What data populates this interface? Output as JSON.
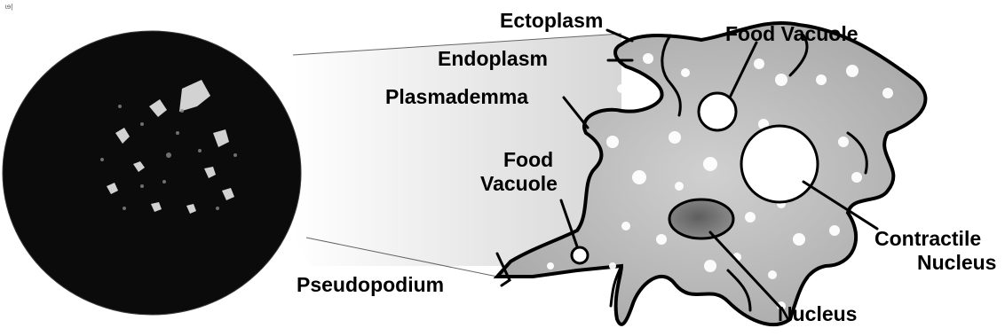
{
  "corner_mark": "ɩɘ|",
  "labels": {
    "ectoplasm": "Ectoplasm",
    "endoplasm": "Endoplasm",
    "plasmademma": "Plasmademma",
    "food_vacuole_top": "Food Vacuole",
    "food_vacuole_left_line1": "Food",
    "food_vacuole_left_line2": "Vacuole",
    "pseudopodium": "Pseudopodium",
    "contractile_nucleus_line1": "Contractile",
    "contractile_nucleus_line2": "Nucleus",
    "nucleus": "Nucleus"
  },
  "colors": {
    "cell_fill": "#bdbdbd",
    "membrane": "#000000",
    "photo_bg": "#0b0b0b",
    "background": "#ffffff"
  }
}
